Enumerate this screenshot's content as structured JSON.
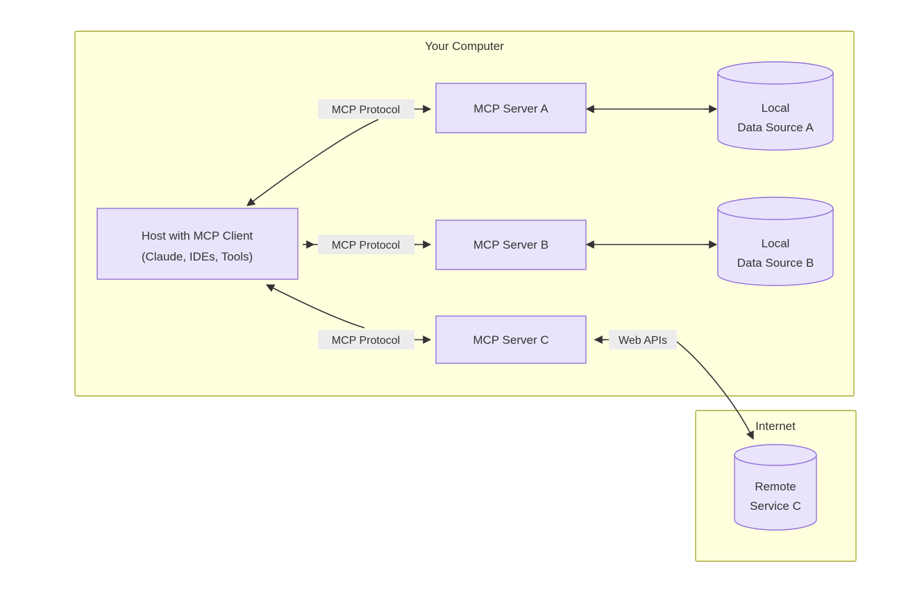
{
  "diagram": {
    "title_visible": false,
    "colors": {
      "cluster_fill": "#ffffde",
      "cluster_stroke": "#aaaa33",
      "node_fill": "#e9e4fb",
      "node_stroke": "#9370db",
      "edge_stroke": "#333333",
      "label_bg": "#ececec",
      "text": "#333333",
      "canvas": "#ffffff"
    },
    "clusters": [
      {
        "id": "your-computer",
        "label": "Your Computer"
      },
      {
        "id": "internet",
        "label": "Internet"
      }
    ],
    "nodes": [
      {
        "id": "host",
        "shape": "rect",
        "line1": "Host with MCP Client",
        "line2": "(Claude, IDEs, Tools)"
      },
      {
        "id": "server-a",
        "shape": "rect",
        "line1": "MCP Server A"
      },
      {
        "id": "server-b",
        "shape": "rect",
        "line1": "MCP Server B"
      },
      {
        "id": "server-c",
        "shape": "rect",
        "line1": "MCP Server C"
      },
      {
        "id": "data-source-a",
        "shape": "cylinder",
        "line1": "Local",
        "line2": "Data Source A"
      },
      {
        "id": "data-source-b",
        "shape": "cylinder",
        "line1": "Local",
        "line2": "Data Source B"
      },
      {
        "id": "remote-service-c",
        "shape": "cylinder",
        "line1": "Remote",
        "line2": "Service C"
      }
    ],
    "edges": [
      {
        "id": "host-server-a",
        "label": "MCP Protocol",
        "from": "host",
        "to": "server-a",
        "arrows": "both"
      },
      {
        "id": "host-server-b",
        "label": "MCP Protocol",
        "from": "host",
        "to": "server-b",
        "arrows": "both"
      },
      {
        "id": "host-server-c",
        "label": "MCP Protocol",
        "from": "host",
        "to": "server-c",
        "arrows": "both"
      },
      {
        "id": "server-a-data-a",
        "label": "",
        "from": "server-a",
        "to": "data-source-a",
        "arrows": "both"
      },
      {
        "id": "server-b-data-b",
        "label": "",
        "from": "server-b",
        "to": "data-source-b",
        "arrows": "both"
      },
      {
        "id": "server-c-remote-c",
        "label": "Web APIs",
        "from": "server-c",
        "to": "remote-service-c",
        "arrows": "both"
      }
    ]
  }
}
